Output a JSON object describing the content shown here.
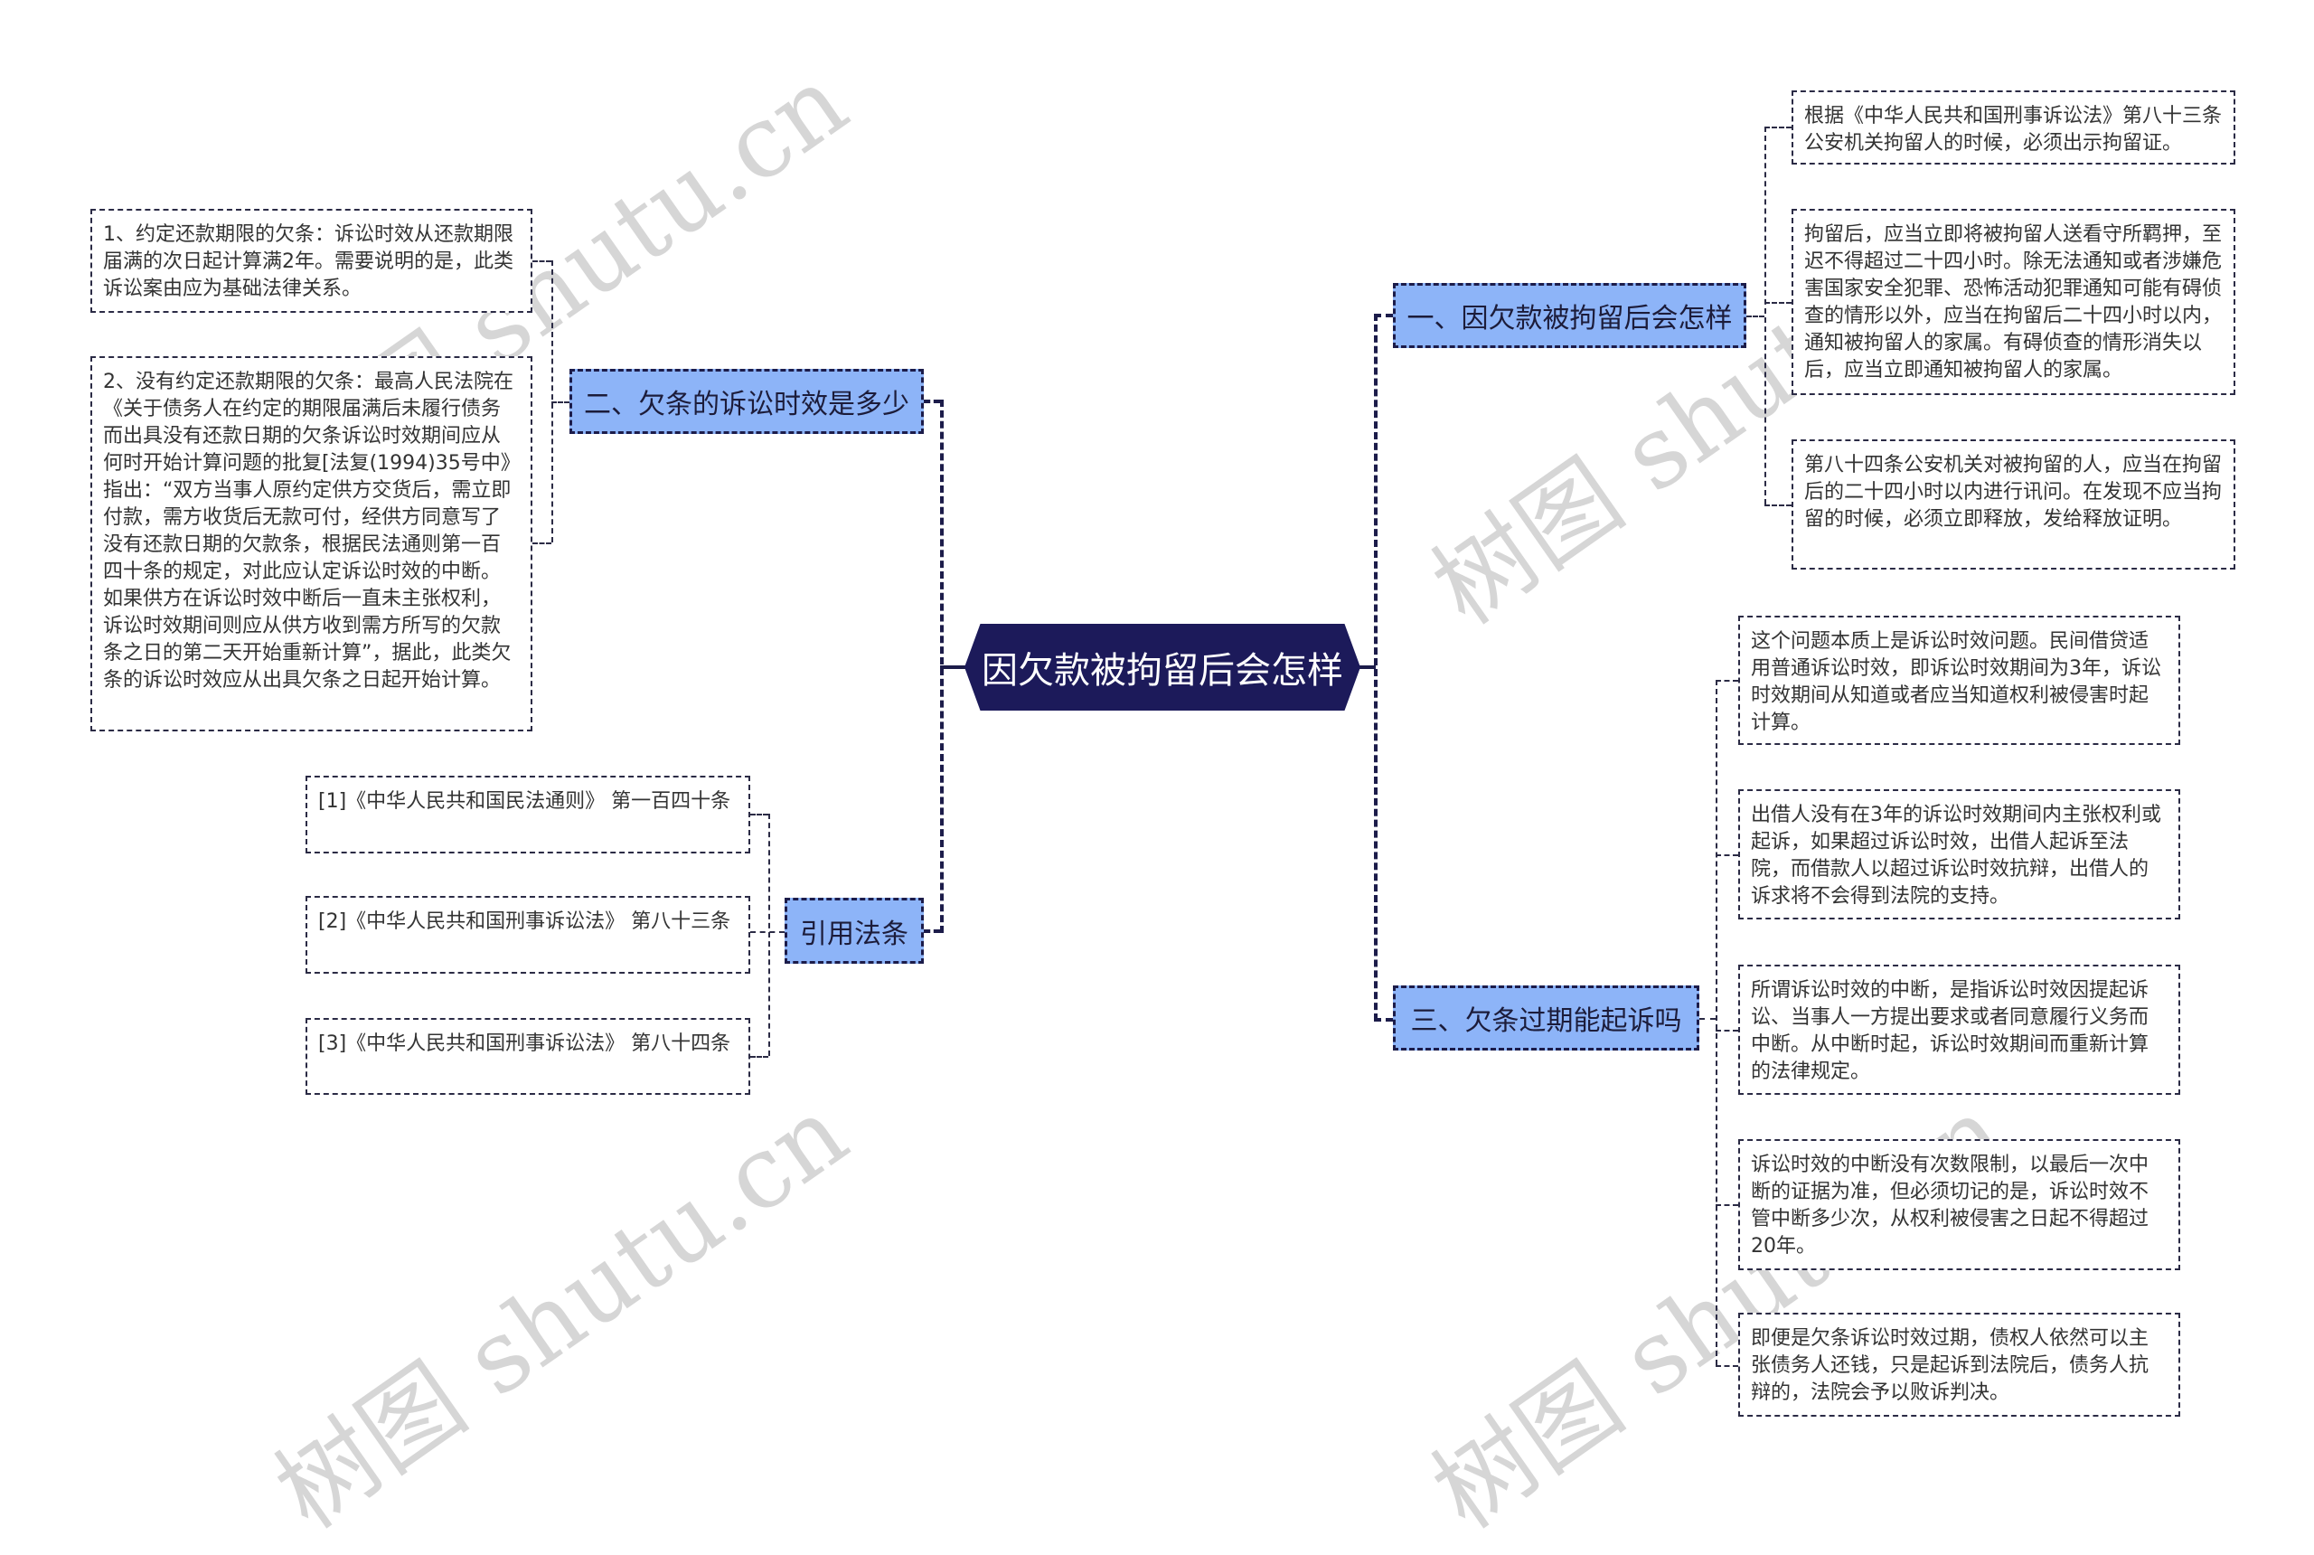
{
  "center": {
    "title": "因欠款被拘留后会怎样"
  },
  "colors": {
    "center_bg": "#1c1a5a",
    "branch_bg": "#8db4f8",
    "border": "#1c1c4a"
  },
  "branches": {
    "b1": {
      "label": "一、因欠款被拘留后会怎样",
      "leaves": [
        "根据《中华人民共和国刑事诉讼法》第八十三条公安机关拘留人的时候，必须出示拘留证。",
        "拘留后，应当立即将被拘留人送看守所羁押，至迟不得超过二十四小时。除无法通知或者涉嫌危害国家安全犯罪、恐怖活动犯罪通知可能有碍侦查的情形以外，应当在拘留后二十四小时以内，通知被拘留人的家属。有碍侦查的情形消失以后，应当立即通知被拘留人的家属。",
        "第八十四条公安机关对被拘留的人，应当在拘留后的二十四小时以内进行讯问。在发现不应当拘留的时候，必须立即释放，发给释放证明。"
      ]
    },
    "b2": {
      "label": "二、欠条的诉讼时效是多少",
      "leaves": [
        "1、约定还款期限的欠条：诉讼时效从还款期限届满的次日起计算满2年。需要说明的是，此类诉讼案由应为基础法律关系。",
        "2、没有约定还款期限的欠条：最高人民法院在《关于债务人在约定的期限届满后未履行债务而出具没有还款日期的欠条诉讼时效期间应从何时开始计算问题的批复[法复(1994)35号中》指出：“双方当事人原约定供方交货后，需立即付款，需方收货后无款可付，经供方同意写了没有还款日期的欠款条，根据民法通则第一百四十条的规定，对此应认定诉讼时效的中断。如果供方在诉讼时效中断后一直未主张权利，诉讼时效期间则应从供方收到需方所写的欠款条之日的第二天开始重新计算”，据此，此类欠条的诉讼时效应从出具欠条之日起开始计算。"
      ]
    },
    "b3": {
      "label": "三、欠条过期能起诉吗",
      "leaves": [
        "这个问题本质上是诉讼时效问题。民间借贷适用普通诉讼时效，即诉讼时效期间为3年，诉讼时效期间从知道或者应当知道权利被侵害时起计算。",
        "出借人没有在3年的诉讼时效期间内主张权利或起诉，如果超过诉讼时效，出借人起诉至法院，而借款人以超过诉讼时效抗辩，出借人的诉求将不会得到法院的支持。",
        "所谓诉讼时效的中断，是指诉讼时效因提起诉讼、当事人一方提出要求或者同意履行义务而中断。从中断时起，诉讼时效期间而重新计算的法律规定。",
        "诉讼时效的中断没有次数限制，以最后一次中断的证据为准，但必须切记的是，诉讼时效不管中断多少次，从权利被侵害之日起不得超过20年。",
        "即便是欠条诉讼时效过期，债权人依然可以主张债务人还钱，只是起诉到法院后，债务人抗辩的，法院会予以败诉判决。"
      ]
    },
    "b4": {
      "label": "引用法条",
      "leaves": [
        "[1]《中华人民共和国民法通则》 第一百四十条",
        "[2]《中华人民共和国刑事诉讼法》 第八十三条",
        "[3]《中华人民共和国刑事诉讼法》 第八十四条"
      ]
    }
  },
  "watermark": {
    "text": "树图 shutu.cn"
  }
}
